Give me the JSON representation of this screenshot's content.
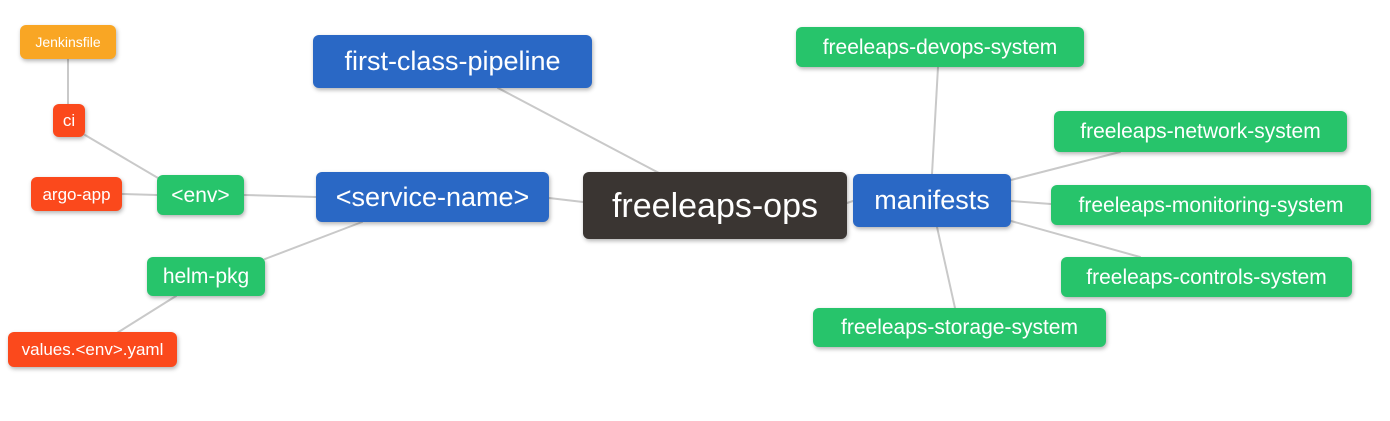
{
  "palette": {
    "root_bg": "#3A3532",
    "branch_bg": "#2A68C5",
    "leaf_green_bg": "#27C46B",
    "leaf_red_bg": "#FB491C",
    "leaf_amber_bg": "#F9A624",
    "edge": "#C9C9C9",
    "node_text": "#FFFFFF"
  },
  "diagram": {
    "type": "mindmap",
    "nodes": [
      {
        "id": "freeleaps-ops",
        "label": "freeleaps-ops",
        "level": "root"
      },
      {
        "id": "first-class-pipeline",
        "label": "first-class-pipeline",
        "level": "2"
      },
      {
        "id": "service-name",
        "label": "<service-name>",
        "level": "2"
      },
      {
        "id": "manifests",
        "label": "manifests",
        "level": "2"
      },
      {
        "id": "env",
        "label": "<env>",
        "level": "3"
      },
      {
        "id": "helm-pkg",
        "label": "helm-pkg",
        "level": "3"
      },
      {
        "id": "freeleaps-devops-system",
        "label": "freeleaps-devops-system",
        "level": "3"
      },
      {
        "id": "freeleaps-network-system",
        "label": "freeleaps-network-system",
        "level": "3"
      },
      {
        "id": "freeleaps-monitoring-system",
        "label": "freeleaps-monitoring-system",
        "level": "3"
      },
      {
        "id": "freeleaps-controls-system",
        "label": "freeleaps-controls-system",
        "level": "3"
      },
      {
        "id": "freeleaps-storage-system",
        "label": "freeleaps-storage-system",
        "level": "3"
      },
      {
        "id": "ci",
        "label": "ci",
        "level": "4"
      },
      {
        "id": "argo-app",
        "label": "argo-app",
        "level": "4"
      },
      {
        "id": "values-env-yaml",
        "label": "values.<env>.yaml",
        "level": "4"
      },
      {
        "id": "jenkinsfile",
        "label": "Jenkinsfile",
        "level": "5"
      }
    ],
    "edges": [
      {
        "from": "jenkinsfile",
        "to": "ci"
      },
      {
        "from": "ci",
        "to": "env"
      },
      {
        "from": "argo-app",
        "to": "env"
      },
      {
        "from": "env",
        "to": "service-name"
      },
      {
        "from": "service-name",
        "to": "helm-pkg"
      },
      {
        "from": "helm-pkg",
        "to": "values-env-yaml"
      },
      {
        "from": "first-class-pipeline",
        "to": "freeleaps-ops"
      },
      {
        "from": "service-name",
        "to": "freeleaps-ops"
      },
      {
        "from": "freeleaps-ops",
        "to": "manifests"
      },
      {
        "from": "manifests",
        "to": "freeleaps-devops-system"
      },
      {
        "from": "manifests",
        "to": "freeleaps-network-system"
      },
      {
        "from": "manifests",
        "to": "freeleaps-monitoring-system"
      },
      {
        "from": "manifests",
        "to": "freeleaps-controls-system"
      },
      {
        "from": "manifests",
        "to": "freeleaps-storage-system"
      }
    ]
  }
}
